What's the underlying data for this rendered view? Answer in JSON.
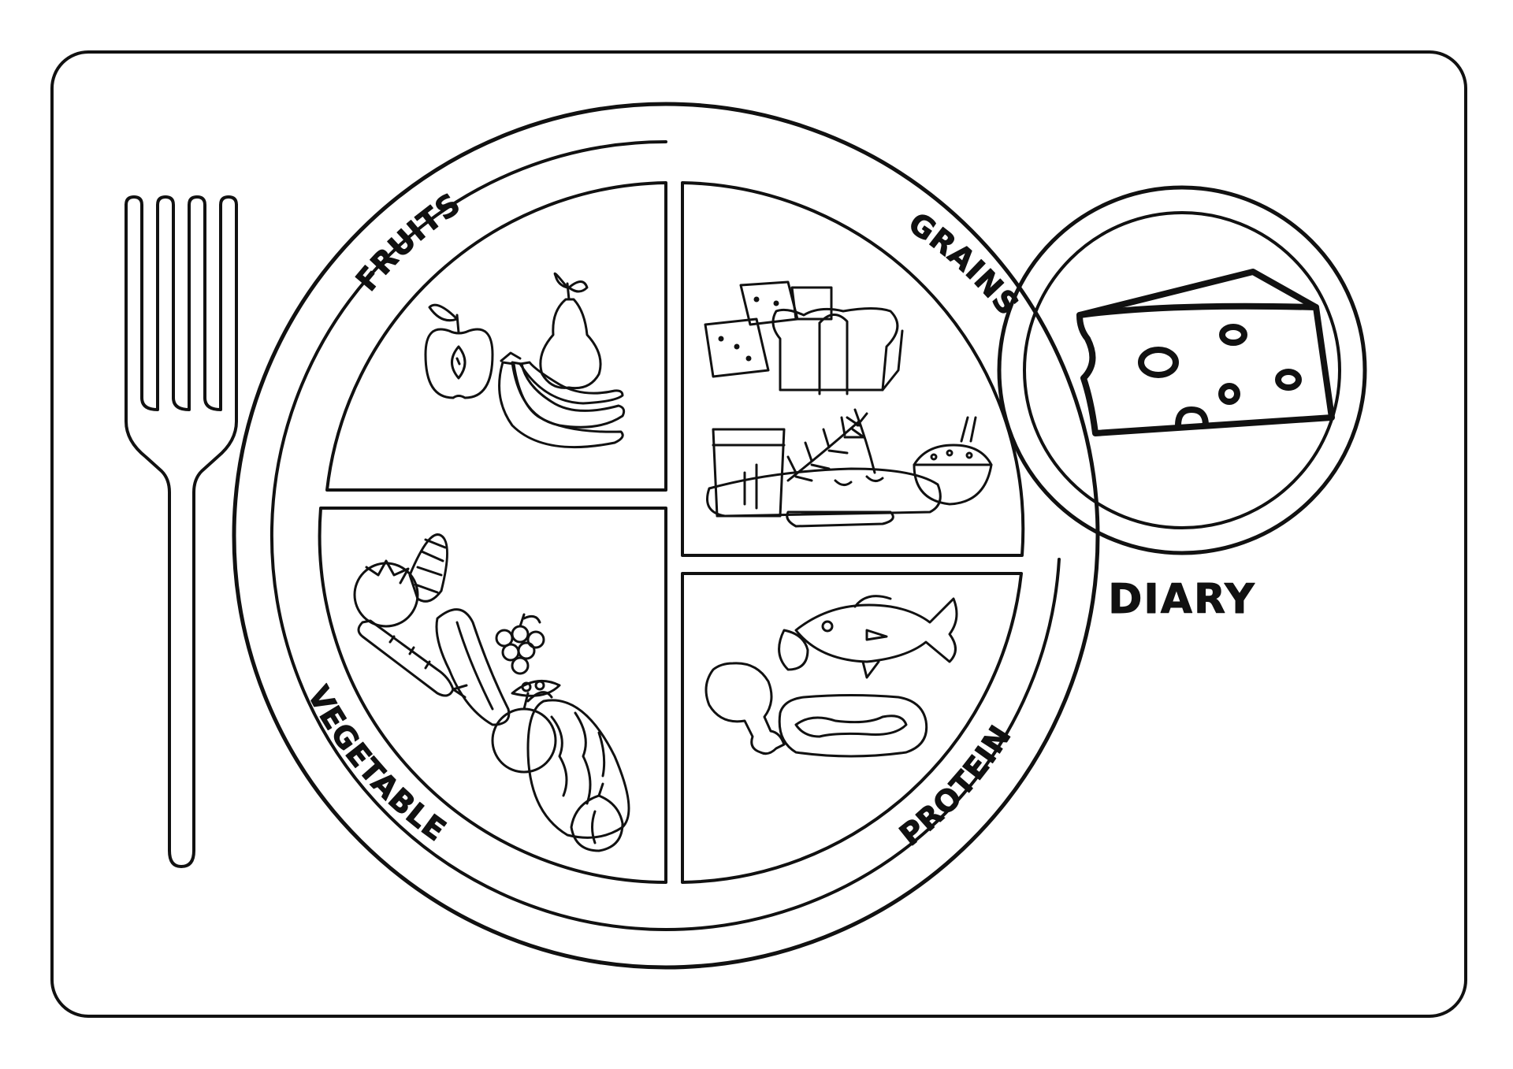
{
  "diagram": {
    "sections": {
      "fruits": "FRUITS",
      "grains": "GRAINS",
      "vegetables": "VEGETABLES",
      "protein": "PROTEIN",
      "dairy": "DIARY"
    },
    "icons": {
      "fruits": [
        "apple-icon",
        "pear-icon",
        "banana-icon"
      ],
      "grains": [
        "crackers-icon",
        "bread-loaf-icon",
        "cereal-box-icon",
        "wheat-icon",
        "baguette-icon",
        "rice-bowl-icon"
      ],
      "vegetables": [
        "tomato-icon",
        "corn-icon",
        "carrot-icon",
        "cucumber-icon",
        "grapes-icon",
        "peas-icon",
        "cabbage-icon",
        "onion-icon"
      ],
      "protein": [
        "fish-icon",
        "chicken-leg-icon",
        "steak-icon"
      ],
      "dairy": [
        "cheese-icon"
      ]
    },
    "colors": {
      "line": "#111111",
      "background": "#ffffff"
    }
  }
}
